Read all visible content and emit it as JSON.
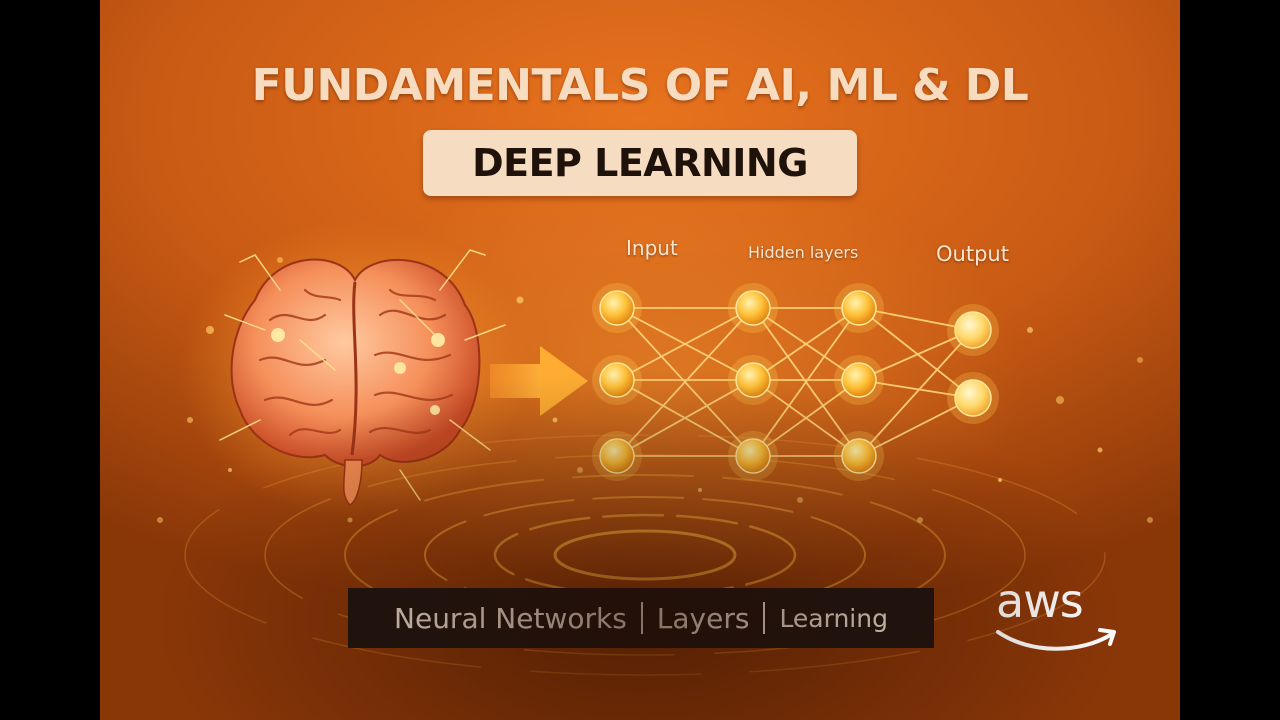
{
  "header": {
    "title": "FUNDAMENTALS OF AI, ML & DL",
    "subtitle": "DEEP LEARNING"
  },
  "network": {
    "labels": {
      "input": "Input",
      "hidden": "Hidden layers",
      "output": "Output"
    },
    "layer_sizes": [
      3,
      3,
      3,
      2
    ]
  },
  "caption": {
    "items": [
      "Neural Networks",
      "Layers",
      "Learning"
    ]
  },
  "logo": {
    "text": "aws"
  },
  "colors": {
    "background": "#c85a14",
    "accent": "#ffb02a",
    "node": "#ffc23a",
    "link": "#ffd27a",
    "pill": "#f6dcc0",
    "caption_bar": "#1d1512"
  },
  "icons": {
    "brain": "brain-icon",
    "arrow": "arrow-right-icon",
    "smile": "amazon-smile-icon"
  }
}
